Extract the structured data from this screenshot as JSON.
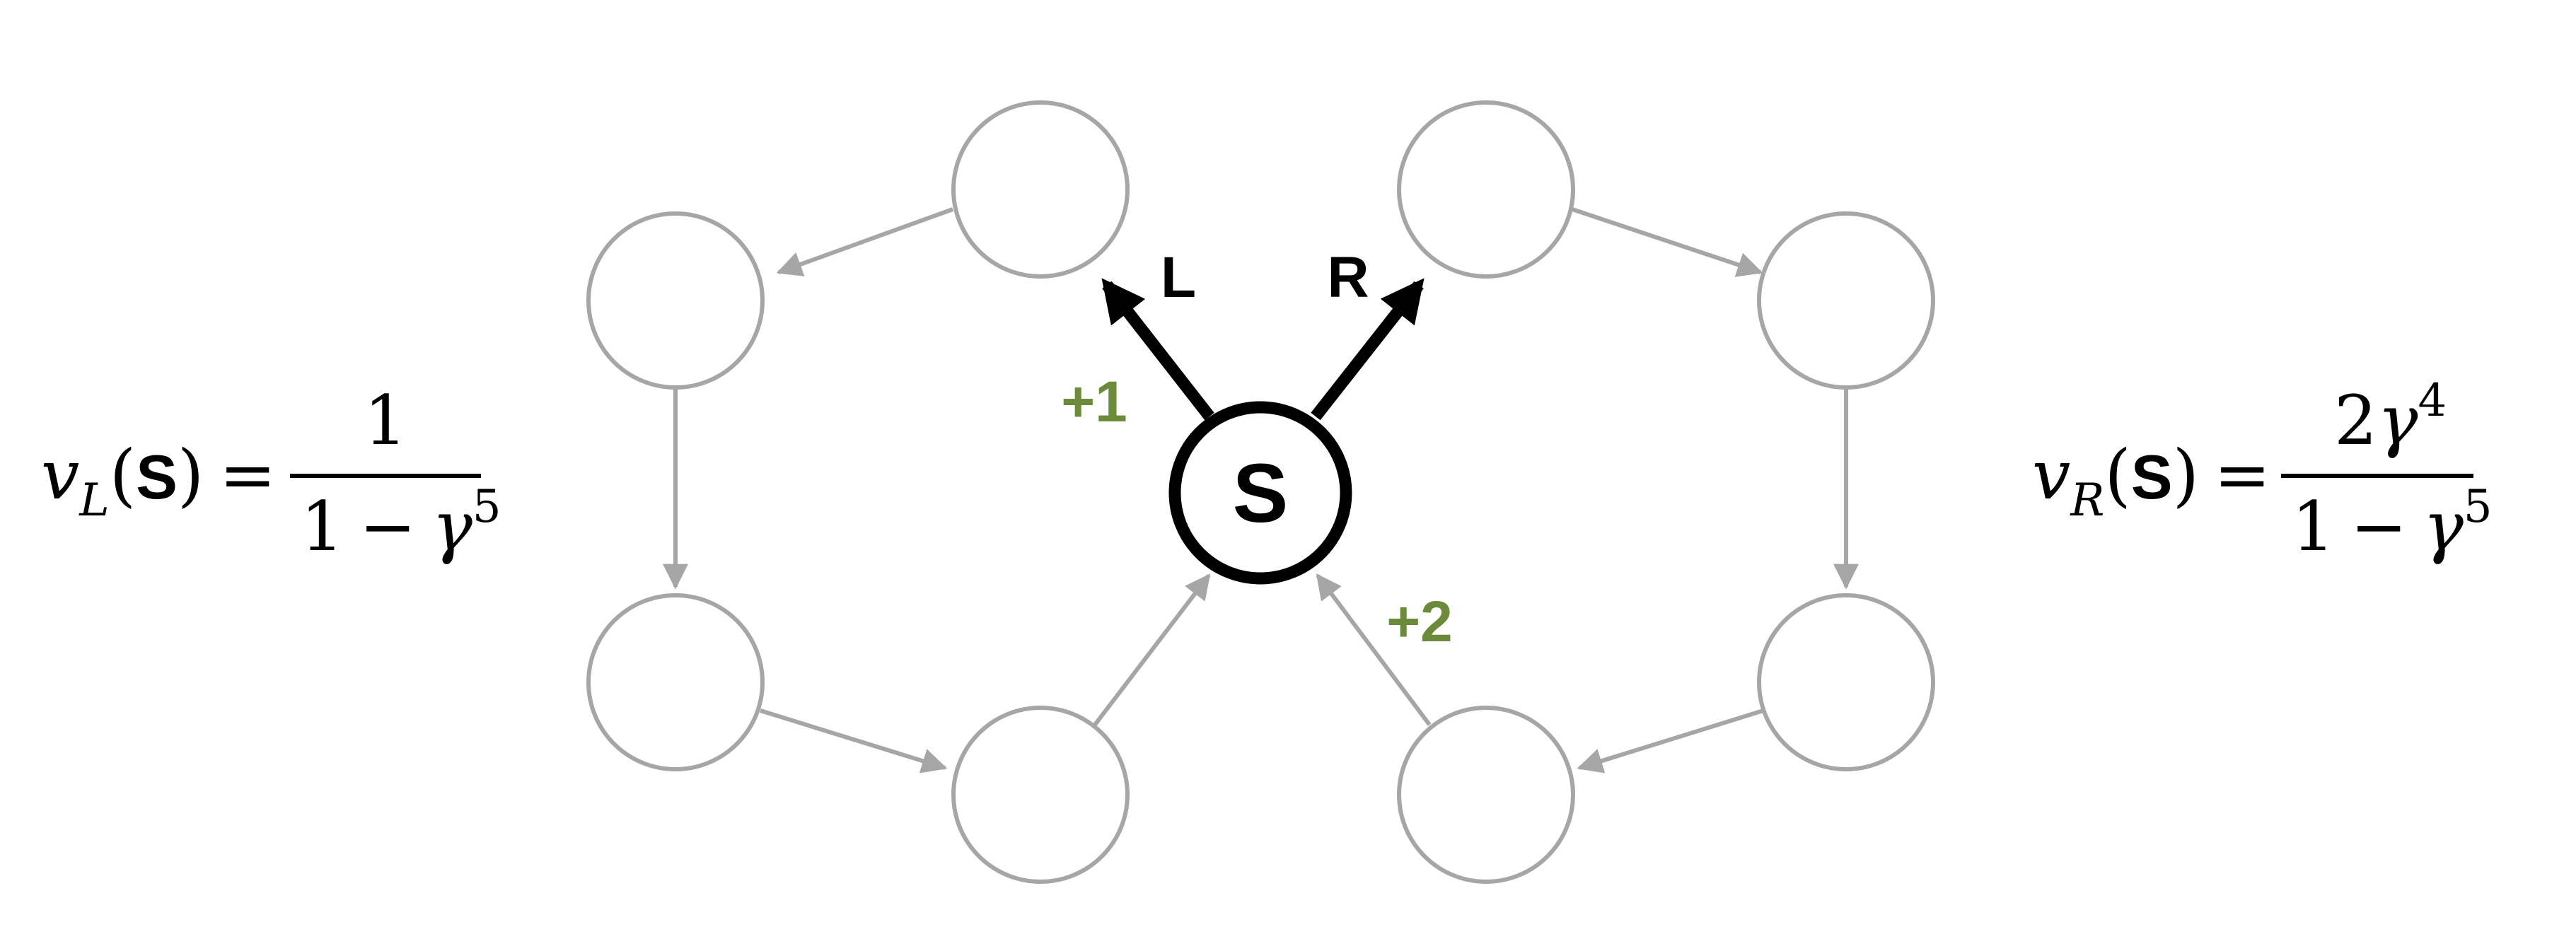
{
  "graph": {
    "start_label": "S",
    "actions": {
      "left": "L",
      "right": "R"
    },
    "rewards": {
      "left": "+1",
      "right": "+2"
    },
    "reward_color": "#6b8a3a",
    "node_color": "#a6a6a6"
  },
  "formulas": {
    "left": {
      "v": "v",
      "sub": "L",
      "open": "(",
      "state": "S",
      "close": ")",
      "eq": "=",
      "numerator": "1",
      "den_one": "1",
      "den_minus": "−",
      "den_gamma": "γ",
      "den_exp": "5"
    },
    "right": {
      "v": "v",
      "sub": "R",
      "open": "(",
      "state": "S",
      "close": ")",
      "eq": "=",
      "num_coef": "2",
      "num_gamma": "γ",
      "num_exp": "4",
      "den_one": "1",
      "den_minus": "−",
      "den_gamma": "γ",
      "den_exp": "5"
    }
  }
}
